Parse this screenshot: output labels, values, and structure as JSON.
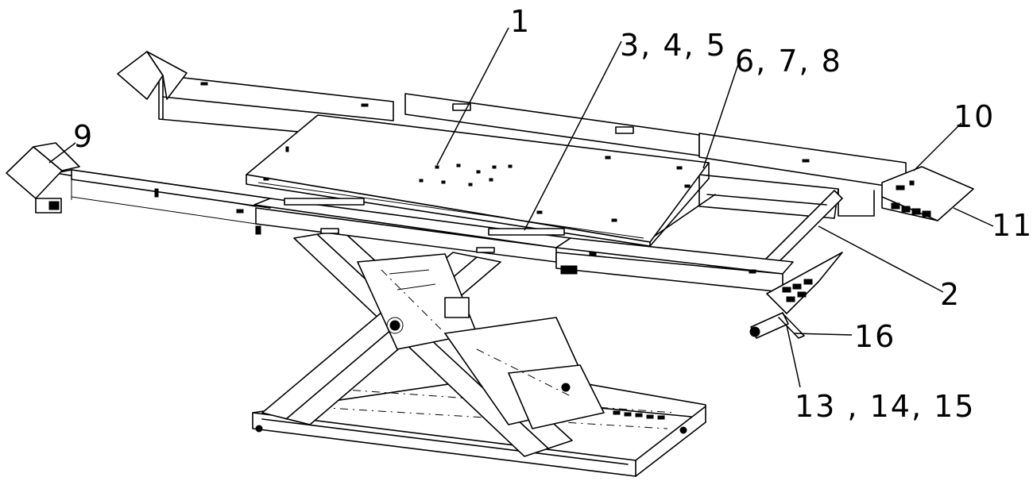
{
  "callouts": {
    "c1": "1",
    "c345": "3, 4, 5",
    "c678": "6, 7, 8",
    "c9": "9",
    "c10": "10",
    "c11": "11",
    "c2": "2",
    "c16": "16",
    "c131415": "13 , 14, 15"
  }
}
